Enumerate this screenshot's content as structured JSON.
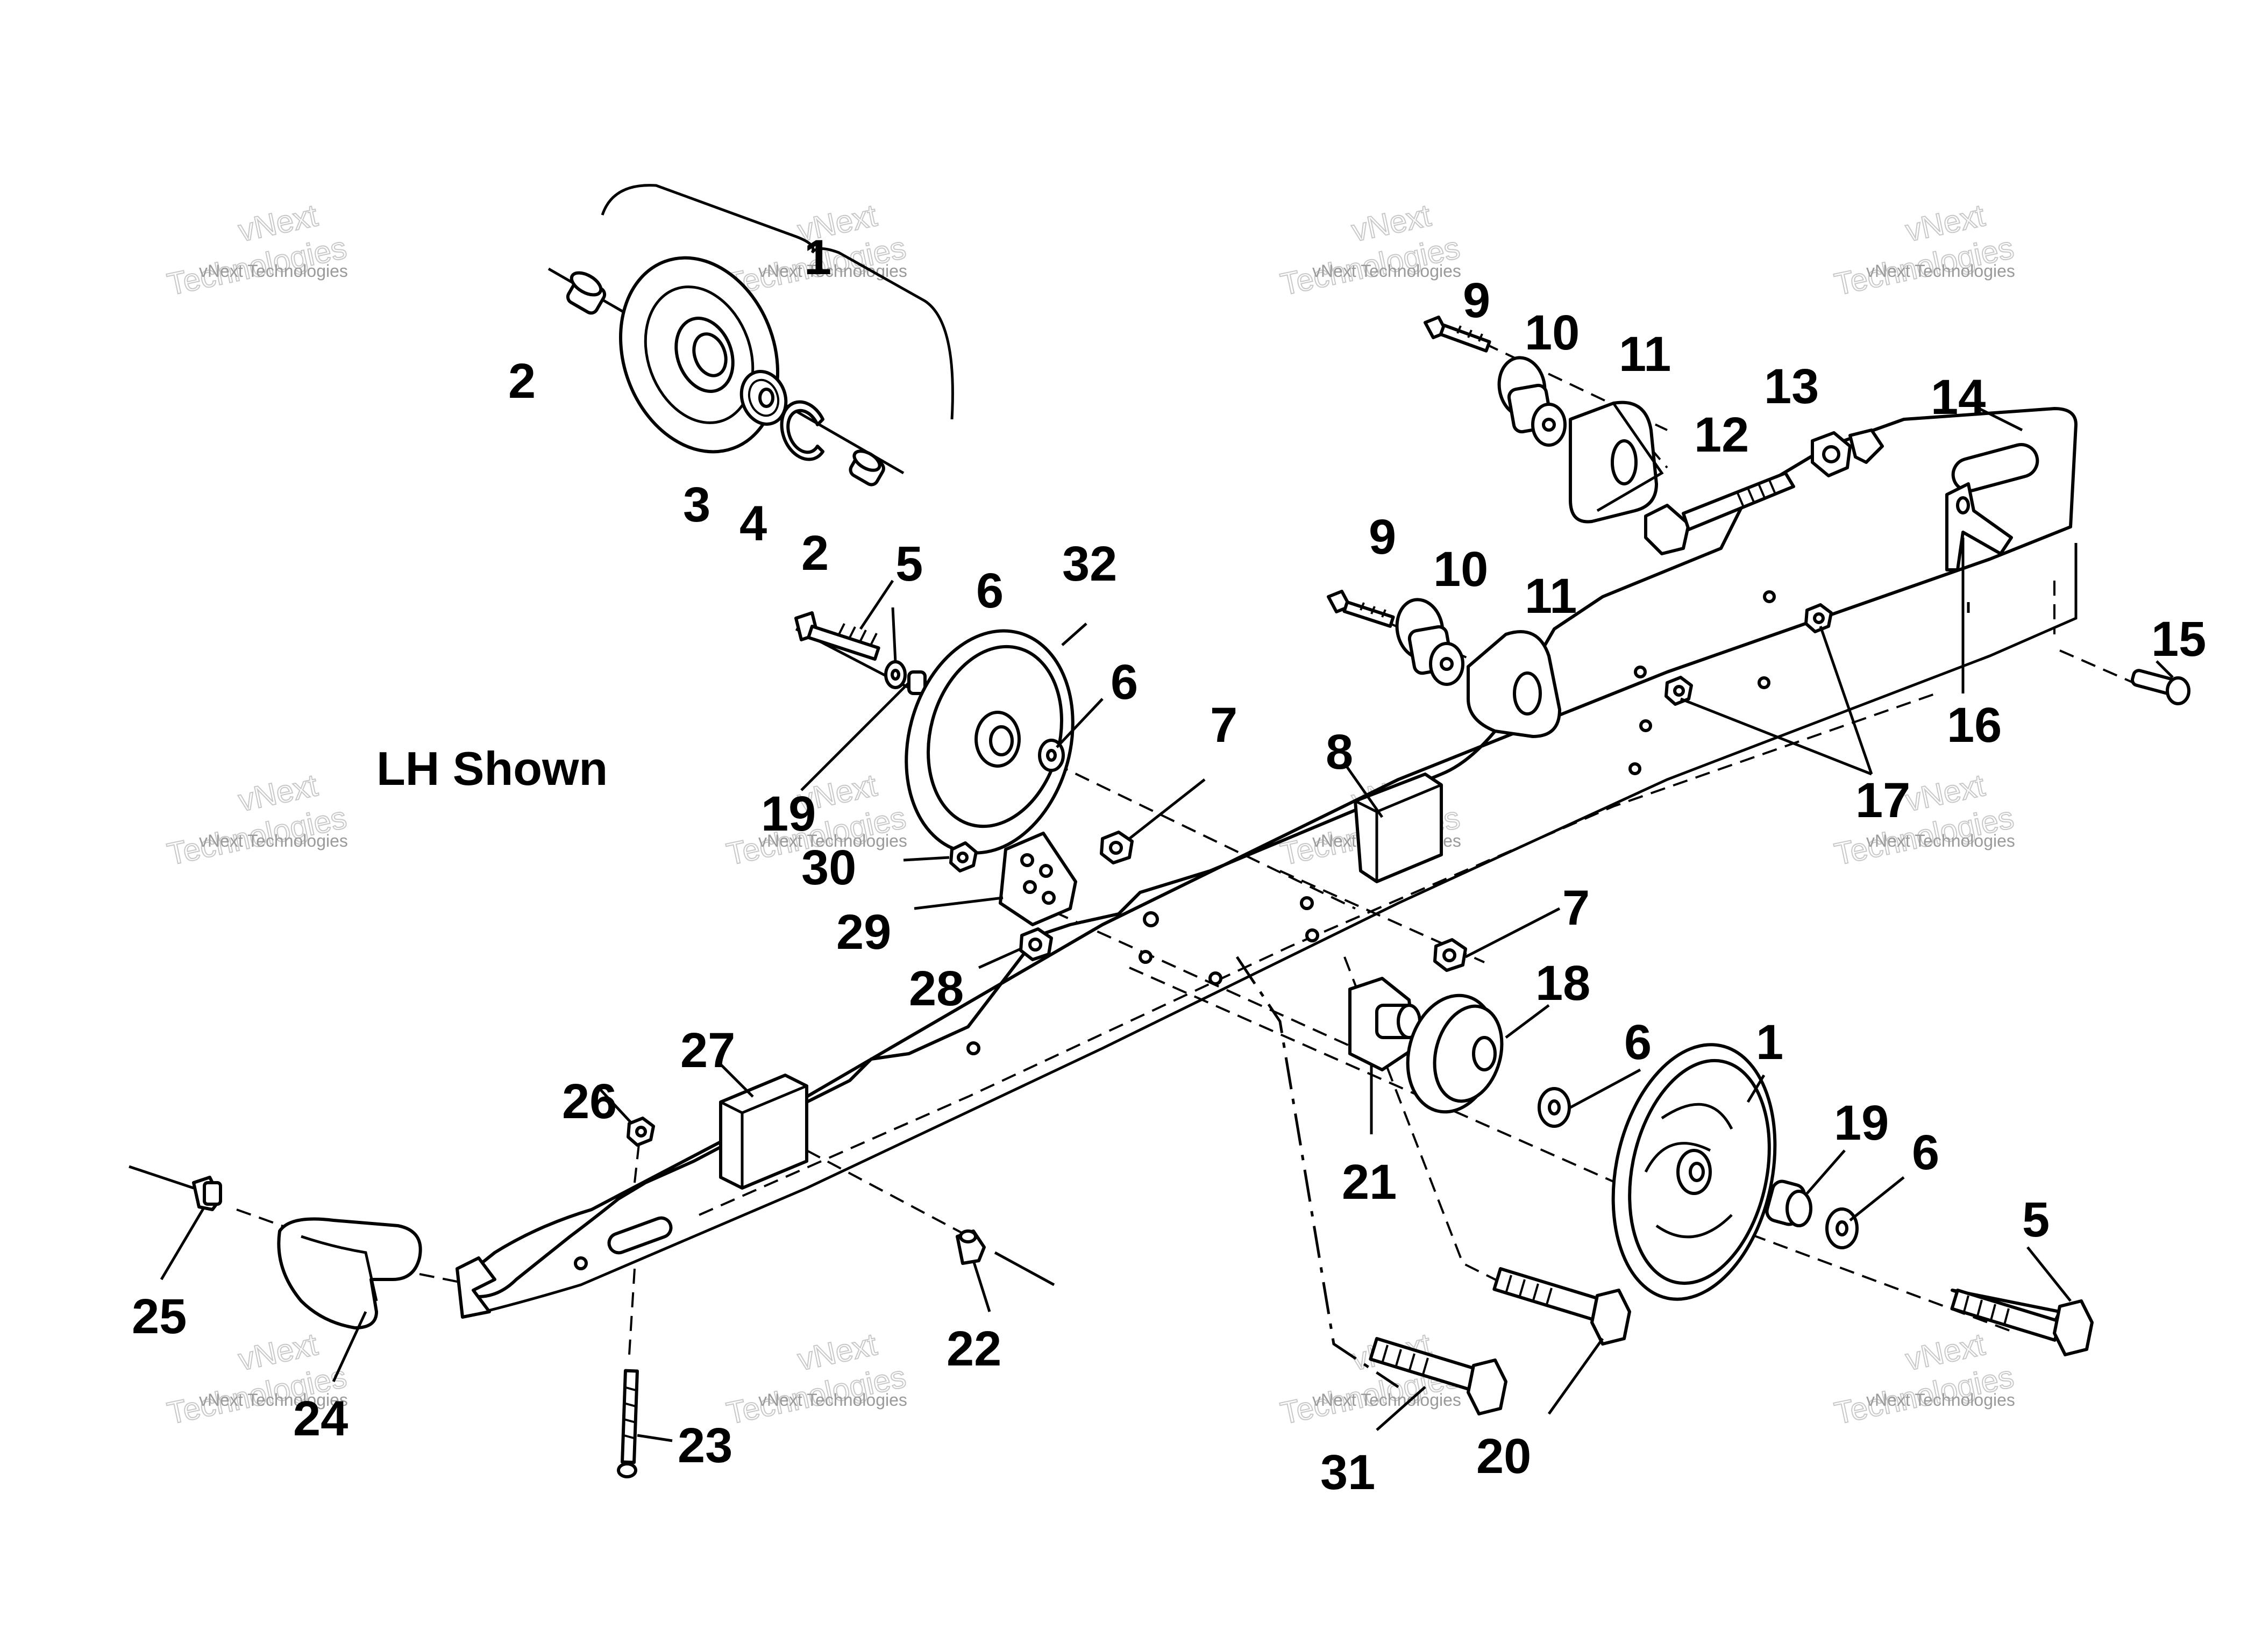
{
  "view_label": "LH Shown",
  "watermark": {
    "line1": "vNext",
    "line2": "Technologies",
    "small": "vNext Technologies"
  },
  "callouts": [
    "1",
    "2",
    "3",
    "4",
    "2",
    "5",
    "6",
    "32",
    "6",
    "7",
    "8",
    "9",
    "10",
    "11",
    "12",
    "13",
    "14",
    "9",
    "10",
    "11",
    "15",
    "16",
    "17",
    "19",
    "30",
    "29",
    "7",
    "18",
    "28",
    "6",
    "1",
    "27",
    "26",
    "21",
    "19",
    "6",
    "5",
    "25",
    "24",
    "22",
    "23",
    "31",
    "20"
  ]
}
